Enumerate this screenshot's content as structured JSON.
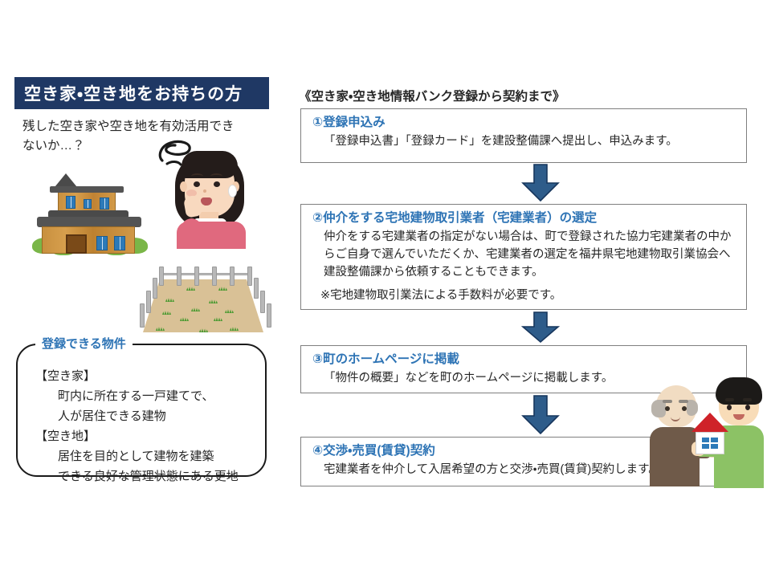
{
  "colors": {
    "header_bar": "#1F3864",
    "step_heading": "#2E74B5",
    "arrow": "#2E5C8A",
    "arrow_outline": "#17365D",
    "body_text": "#262626",
    "box_border": "#7F7F7F"
  },
  "left": {
    "header_title": "空き家・空き地をお持ちの方",
    "lead_line1": "残した空き家や空き地を有効活用でき",
    "lead_line2": "ないか…？",
    "illustrations": {
      "house": "old-japanese-house-illustration",
      "woman": "worried-woman-illustration",
      "vacant_lot": "vacant-lot-illustration"
    },
    "info_box": {
      "notch_label": "登録できる物件",
      "lines": [
        "【空き家】",
        "町内に所在する一戸建てで、",
        "人が居住できる建物",
        "【空き地】",
        "居住を目的として建物を建築",
        "できる良好な管理状態にある更地"
      ],
      "indent_flags": [
        false,
        true,
        true,
        false,
        true,
        true
      ]
    }
  },
  "right": {
    "flow_title": "《空き家・空き地情報バンク登録から契約まで》",
    "steps": [
      {
        "heading": "①登録申込み",
        "body": "「登録申込書」「登録カード」を建設整備課へ提出し、申込みます。",
        "note": ""
      },
      {
        "heading": "②仲介をする宅地建物取引業者（宅建業者）の選定",
        "body": "仲介をする宅建業者の指定がない場合は、町で登録された協力宅建業者の中からご自身で選んでいただくか、宅建業者の選定を福井県宅地建物取引業協会へ建設整備課から依頼することもできます。",
        "note": "※宅地建物取引業法による手数料が必要です。"
      },
      {
        "heading": "③町のホームページに掲載",
        "body": "「物件の概要」などを町のホームページに掲載します。",
        "note": ""
      },
      {
        "heading": "④交渉・売買(賃貸)契約",
        "body": "宅建業者を仲介して入居希望の方と交渉・売買(賃貸)契約します。",
        "note": ""
      }
    ],
    "arrows": [
      "down-arrow-1",
      "down-arrow-2",
      "down-arrow-3"
    ],
    "illustration": "handshake-two-men-house-illustration"
  }
}
